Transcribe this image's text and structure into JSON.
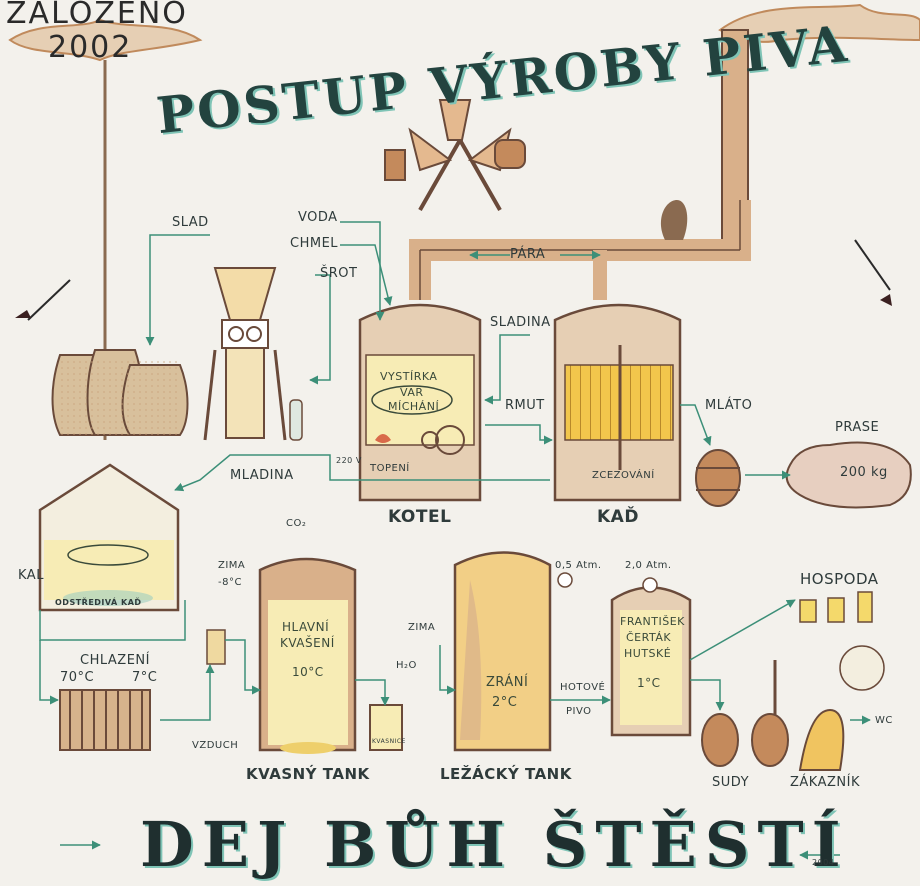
{
  "header": {
    "founded_label": "ZALOŽENO",
    "founded_year": "2002",
    "title": "POSTUP VÝROBY PIVA"
  },
  "inputs": {
    "slad": "SLAD",
    "voda": "VODA",
    "chmel": "CHMEL",
    "srot": "ŠROT",
    "para": "PÁRA",
    "sladina": "SLADINA",
    "rmut": "RMUT",
    "mlato": "MLÁTO",
    "prase": "PRASE",
    "prase_weight": "200 kg",
    "mladina": "MLADINA"
  },
  "kotel": {
    "name": "KOTEL",
    "line1": "VYSTÍRKA",
    "line2": "VAR",
    "line3": "MÍCHÁNÍ",
    "heat": "TOPENÍ",
    "voltage": "220 V"
  },
  "kad": {
    "name": "KAĎ",
    "inner": "ZCEZOVÁNÍ"
  },
  "cooling": {
    "kal": "KAL",
    "vessel": "ODSTŘEDIVÁ KAĎ",
    "chlazeni": "CHLAZENÍ",
    "temp_from": "70°C",
    "temp_to": "7°C",
    "vzduch": "VZDUCH"
  },
  "fermentation": {
    "co2": "CO₂",
    "zima": "ZIMA",
    "zima_temp": "-8°C",
    "line1": "HLAVNÍ",
    "line2": "KVAŠENÍ",
    "temp": "10°C",
    "h2o": "H₂O",
    "kvasnice": "KVASNICE",
    "name": "KVASNÝ TANK"
  },
  "lagering": {
    "zima": "ZIMA",
    "line1": "ZRÁNÍ",
    "temp": "2°C",
    "pressure": "0,5 Atm.",
    "name": "LEŽÁCKÝ TANK",
    "hotove": "HOTOVÉ",
    "pivo": "PIVO"
  },
  "finish": {
    "pressure": "2,0 Atm.",
    "line1": "FRANTIŠEK",
    "line2": "ČERTÁK",
    "line3": "HUTSKÉ",
    "temp": "1°C",
    "hospoda": "HOSPODA",
    "sudy": "SUDY",
    "zakaznik": "ZÁKAZNÍK",
    "wc": "WC"
  },
  "footer": {
    "motto": "DEJ BŮH ŠTĚSTÍ",
    "signature": "2004"
  },
  "colors": {
    "ink": "#2d3a3a",
    "copper": "#b0805a",
    "beer": "#f4e7a4",
    "shadow": "#7fc4b6",
    "arrow": "#3c8f78"
  }
}
